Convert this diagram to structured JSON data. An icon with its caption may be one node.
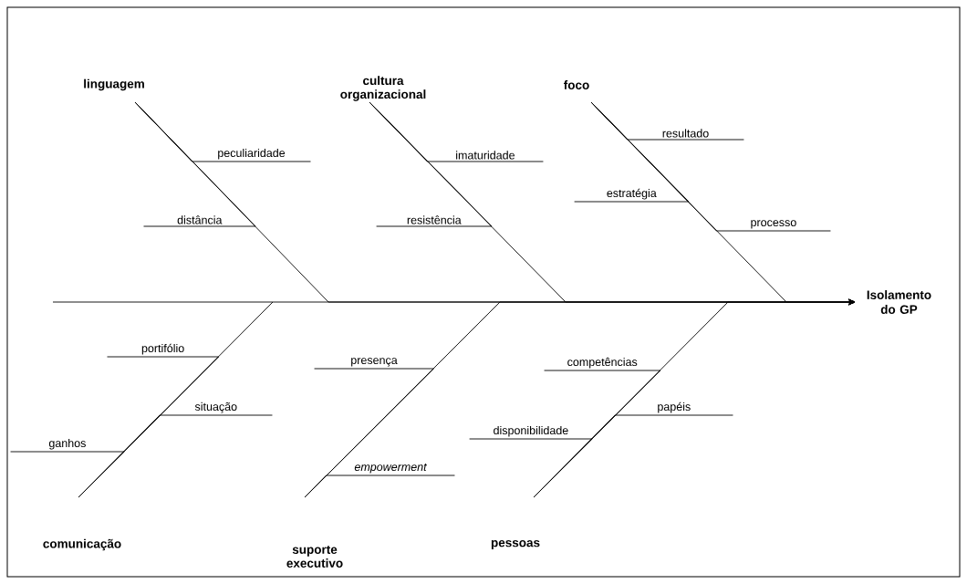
{
  "diagram": {
    "nodes": [
      {
        "text": [
          "linguagem"
        ]
      },
      {
        "text": [
          "cultura organizacional"
        ]
      },
      {
        "text": [
          "foco"
        ]
      },
      {
        "text": [
          "comunicação"
        ]
      },
      {
        "text": [
          "suporte executivo"
        ]
      },
      {
        "text": [
          "pessoas"
        ]
      },
      {
        "text": [
          "Isolamento do GP"
        ]
      },
      {
        "text": [
          "peculiaridade"
        ]
      },
      {
        "text": [
          "distância"
        ]
      },
      {
        "text": [
          "imaturidade"
        ]
      },
      {
        "text": [
          "resistência"
        ]
      },
      {
        "text": [
          "resultado"
        ]
      },
      {
        "text": [
          "estratégia"
        ]
      },
      {
        "text": [
          "processo"
        ]
      },
      {
        "text": [
          "portifólio"
        ]
      },
      {
        "text": [
          "situação"
        ]
      },
      {
        "text": [
          "ganhos"
        ]
      },
      {
        "text": [
          "presença"
        ]
      },
      {
        "text": [
          "empowerment"
        ]
      },
      {
        "text": [
          "competências"
        ]
      },
      {
        "text": [
          "papéis"
        ]
      },
      {
        "text": [
          "disponibilidade"
        ]
      }
    ],
    "edges": [
      {
        "from": 0,
        "to": 6,
        "arrow": "to"
      },
      {
        "from": 1,
        "to": 6,
        "arrow": "to"
      },
      {
        "from": 2,
        "to": 6,
        "arrow": "to"
      },
      {
        "from": 3,
        "to": 6,
        "arrow": "to"
      },
      {
        "from": 4,
        "to": 6,
        "arrow": "to"
      },
      {
        "from": 5,
        "to": 6,
        "arrow": "to"
      },
      {
        "from": 7,
        "to": 0,
        "arrow": "none"
      },
      {
        "from": 8,
        "to": 0,
        "arrow": "none"
      },
      {
        "from": 9,
        "to": 1,
        "arrow": "none"
      },
      {
        "from": 10,
        "to": 1,
        "arrow": "none"
      },
      {
        "from": 11,
        "to": 2,
        "arrow": "none"
      },
      {
        "from": 12,
        "to": 2,
        "arrow": "none"
      },
      {
        "from": 13,
        "to": 2,
        "arrow": "none"
      },
      {
        "from": 14,
        "to": 3,
        "arrow": "none"
      },
      {
        "from": 15,
        "to": 3,
        "arrow": "none"
      },
      {
        "from": 16,
        "to": 3,
        "arrow": "none"
      },
      {
        "from": 17,
        "to": 4,
        "arrow": "none"
      },
      {
        "from": 18,
        "to": 4,
        "arrow": "none"
      },
      {
        "from": 19,
        "to": 5,
        "arrow": "none"
      },
      {
        "from": 20,
        "to": 5,
        "arrow": "none"
      },
      {
        "from": 21,
        "to": 5,
        "arrow": "none"
      }
    ]
  }
}
